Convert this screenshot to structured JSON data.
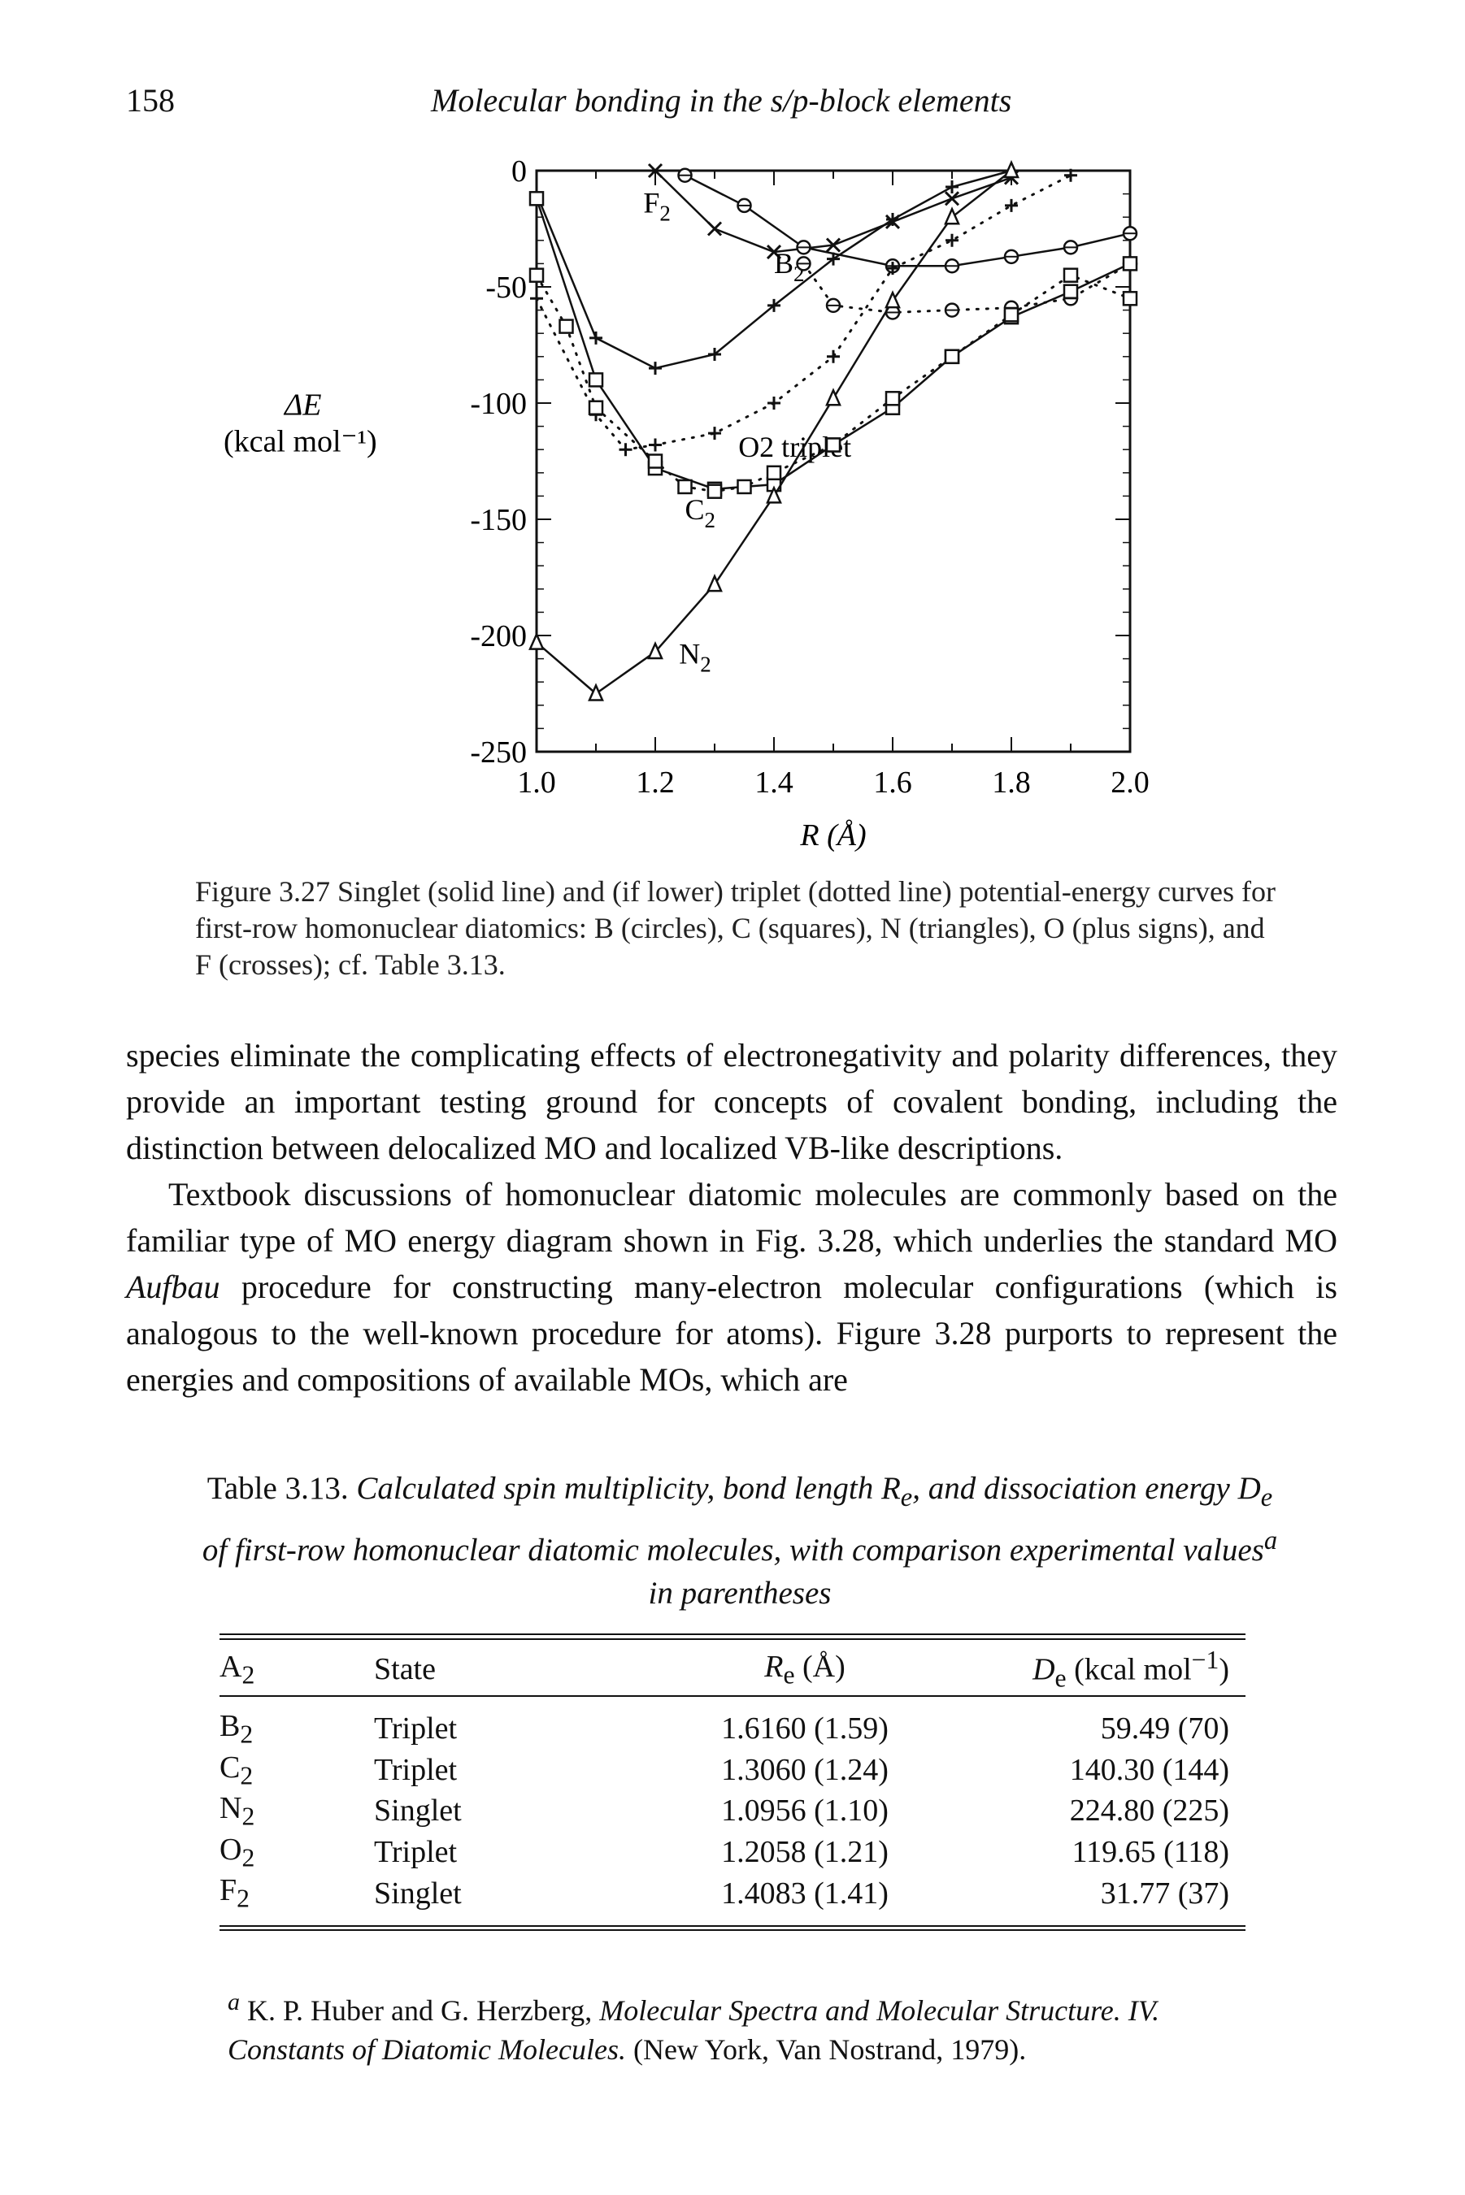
{
  "header": {
    "page_number": "158",
    "running_title": "Molecular bonding in the s/p-block elements"
  },
  "chart_data": {
    "type": "line",
    "xlabel": "R (Å)",
    "ylabel": [
      "ΔE",
      "(kcal mol⁻¹)"
    ],
    "xlim": [
      1.0,
      2.0
    ],
    "ylim": [
      -250,
      0
    ],
    "x_ticks": [
      "1.0",
      "1.2",
      "1.4",
      "1.6",
      "1.8",
      "2.0"
    ],
    "y_ticks": [
      "0",
      "-50",
      "-100",
      "-150",
      "-200",
      "-250"
    ],
    "series": [
      {
        "name": "F2",
        "marker": "cross",
        "line": "solid",
        "x": [
          1.2,
          1.3,
          1.4,
          1.5,
          1.6,
          1.7,
          1.8
        ],
        "y": [
          0,
          -25,
          -35,
          -32,
          -22,
          -12,
          -3
        ],
        "label_at": [
          1.18,
          -18
        ]
      },
      {
        "name": "B2",
        "marker": "circle",
        "line": "solid",
        "x": [
          1.25,
          1.35,
          1.45,
          1.6,
          1.7,
          1.8,
          1.9,
          2.0
        ],
        "y": [
          -2,
          -15,
          -33,
          -41,
          -41,
          -37,
          -33,
          -27
        ],
        "label_at": [
          1.4,
          -44
        ]
      },
      {
        "name": "B2 triplet",
        "marker": "circle",
        "line": "dotted",
        "x": [
          1.45,
          1.5,
          1.6,
          1.7,
          1.8,
          1.9,
          2.0
        ],
        "y": [
          -40,
          -58,
          -61,
          -60,
          -59,
          -55,
          -40
        ]
      },
      {
        "name": "O2",
        "marker": "plus",
        "line": "solid",
        "x": [
          1.0,
          1.1,
          1.2,
          1.3,
          1.4,
          1.5,
          1.6,
          1.7,
          1.8
        ],
        "y": [
          -10,
          -72,
          -85,
          -79,
          -58,
          -38,
          -21,
          -7,
          0
        ]
      },
      {
        "name": "O2 triplet",
        "marker": "plus",
        "line": "dotted",
        "x": [
          1.0,
          1.1,
          1.15,
          1.2,
          1.3,
          1.4,
          1.5,
          1.6,
          1.7,
          1.8,
          1.9
        ],
        "y": [
          -55,
          -105,
          -120,
          -118,
          -113,
          -100,
          -80,
          -42,
          -30,
          -15,
          -2
        ],
        "label_at": [
          1.34,
          -123
        ]
      },
      {
        "name": "C2",
        "marker": "square",
        "line": "solid",
        "x": [
          1.0,
          1.1,
          1.2,
          1.3,
          1.4,
          1.5,
          1.6,
          1.7,
          1.8,
          1.9,
          2.0
        ],
        "y": [
          -12,
          -90,
          -128,
          -137,
          -135,
          -118,
          -102,
          -80,
          -63,
          -52,
          -40
        ],
        "label_at": [
          1.25,
          -150
        ]
      },
      {
        "name": "C2 triplet",
        "marker": "square",
        "line": "dotted",
        "x": [
          1.0,
          1.05,
          1.1,
          1.2,
          1.25,
          1.3,
          1.35,
          1.4,
          1.5,
          1.6,
          1.7,
          1.8,
          1.9,
          2.0
        ],
        "y": [
          -45,
          -67,
          -102,
          -125,
          -136,
          -138,
          -136,
          -130,
          -118,
          -98,
          -80,
          -62,
          -45,
          -55
        ]
      },
      {
        "name": "N2",
        "marker": "triangle",
        "line": "solid",
        "x": [
          1.0,
          1.1,
          1.2,
          1.3,
          1.4,
          1.5,
          1.6,
          1.7,
          1.8
        ],
        "y": [
          -203,
          -225,
          -207,
          -178,
          -140,
          -98,
          -56,
          -20,
          0
        ],
        "label_at": [
          1.24,
          -212
        ]
      }
    ]
  },
  "figure_caption": "Figure 3.27 Singlet (solid line) and (if lower) triplet (dotted line) potential-energy curves for first-row homonuclear diatomics: B (circles), C (squares), N (triangles), O (plus signs), and F (crosses); cf. Table 3.13.",
  "body": {
    "p1": "species eliminate the complicating effects of electronegativity and polarity differences, they provide an important testing ground for concepts of covalent bonding, including the distinction between delocalized MO and localized VB-like descriptions.",
    "p2_a": "Textbook discussions of homonuclear diatomic molecules are commonly based on the familiar type of MO energy diagram shown in Fig. 3.28, which underlies the standard MO ",
    "p2_aufbau": "Aufbau",
    "p2_b": " procedure for constructing many-electron molecular configurations (which is analogous to the well-known procedure for atoms). Figure 3.28 purports to represent the energies and compositions of available MOs, which are"
  },
  "table": {
    "caption_lead": "Table 3.13. ",
    "caption_italic_1": "Calculated spin multiplicity, bond length R",
    "caption_italic_2": ", and dissociation energy D",
    "caption_italic_3": " of first-row homonuclear diatomic molecules, with comparison experimental values",
    "caption_italic_4": " in parentheses",
    "sub_e": "e",
    "sup_a": "a",
    "headers": {
      "a2": "A",
      "a2_sub": "2",
      "state": "State",
      "re": "R",
      "re_sub": "e",
      "re_unit": " (Å)",
      "de": "D",
      "de_sub": "e",
      "de_unit": " (kcal mol",
      "de_sup": "−1",
      "de_close": ")"
    },
    "rows": [
      {
        "mol": "B",
        "sub": "2",
        "state": "Triplet",
        "re": "1.6160 (1.59)",
        "de": "59.49 (70)"
      },
      {
        "mol": "C",
        "sub": "2",
        "state": "Triplet",
        "re": "1.3060 (1.24)",
        "de": "140.30 (144)"
      },
      {
        "mol": "N",
        "sub": "2",
        "state": "Singlet",
        "re": "1.0956 (1.10)",
        "de": "224.80 (225)"
      },
      {
        "mol": "O",
        "sub": "2",
        "state": "Triplet",
        "re": "1.2058 (1.21)",
        "de": "119.65 (118)"
      },
      {
        "mol": "F",
        "sub": "2",
        "state": "Singlet",
        "re": "1.4083 (1.41)",
        "de": "31.77 (37)"
      }
    ]
  },
  "footnote": {
    "mark": "a",
    "text_a": " K. P. Huber and G. Herzberg, ",
    "text_it": "Molecular Spectra and Molecular Structure. IV. Constants of Diatomic Molecules.",
    "text_b": " (New York, Van Nostrand, 1979)."
  }
}
